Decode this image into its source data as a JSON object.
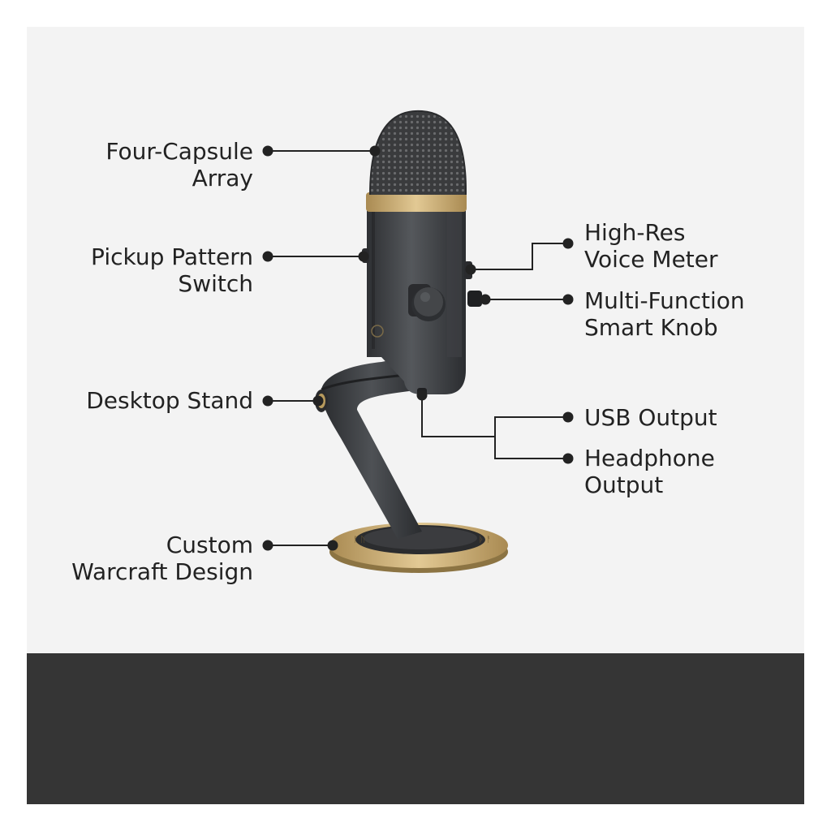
{
  "colors": {
    "top_panel": "#f3f3f3",
    "bottom_panel": "#353535",
    "text": "#222222",
    "callout_line": "#222222",
    "mic_body": "#4a4c4f",
    "gold_trim": "#c8aa6e"
  },
  "labels": {
    "four_capsule": [
      "Four-Capsule",
      "Array"
    ],
    "pickup_pattern": [
      "Pickup Pattern",
      "Switch"
    ],
    "desktop_stand": [
      "Desktop Stand"
    ],
    "warcraft_design": [
      "Custom",
      "Warcraft Design"
    ],
    "voice_meter": [
      "High-Res",
      "Voice Meter"
    ],
    "smart_knob": [
      "Multi-Function",
      "Smart Knob"
    ],
    "usb_output": [
      "USB Output"
    ],
    "headphone_output": [
      "Headphone",
      "Output"
    ]
  }
}
